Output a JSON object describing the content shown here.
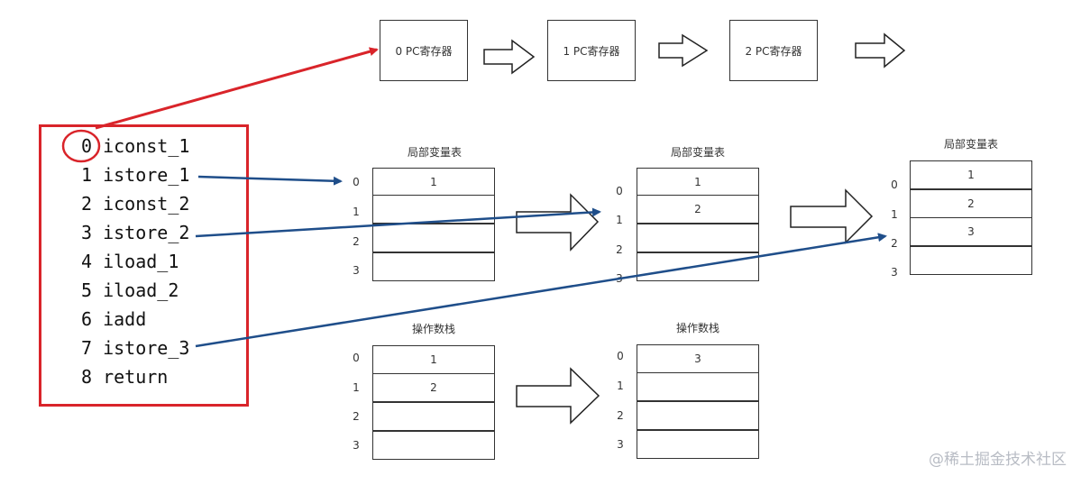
{
  "pc_registers": [
    "0  PC寄存器",
    "1  PC寄存器",
    "2 PC寄存器"
  ],
  "bytecode": [
    {
      "index": "0",
      "instruction": "iconst_1"
    },
    {
      "index": "1",
      "instruction": "istore_1"
    },
    {
      "index": "2",
      "instruction": "iconst_2"
    },
    {
      "index": "3",
      "instruction": "istore_2"
    },
    {
      "index": "4",
      "instruction": "iload_1"
    },
    {
      "index": "5",
      "instruction": "iload_2"
    },
    {
      "index": "6",
      "instruction": "iadd"
    },
    {
      "index": "7",
      "instruction": "istore_3"
    },
    {
      "index": "8",
      "instruction": "return"
    }
  ],
  "local_tables": [
    {
      "title": "局部变量表",
      "indices": [
        "0",
        "1",
        "2",
        "3"
      ],
      "cells": [
        "1",
        "",
        "",
        ""
      ]
    },
    {
      "title": "局部变量表",
      "indices": [
        "0",
        "1",
        "2",
        "3"
      ],
      "cells": [
        "1",
        "2",
        "",
        ""
      ]
    },
    {
      "title": "局部变量表",
      "indices": [
        "0",
        "1",
        "2",
        "3"
      ],
      "cells": [
        "1",
        "2",
        "3",
        ""
      ]
    }
  ],
  "operand_stacks": [
    {
      "title": "操作数栈",
      "indices": [
        "0",
        "1",
        "2",
        "3"
      ],
      "cells": [
        "1",
        "2",
        "",
        ""
      ]
    },
    {
      "title": "操作数栈",
      "indices": [
        "0",
        "1",
        "2",
        "3"
      ],
      "cells": [
        "3",
        "",
        "",
        ""
      ]
    }
  ],
  "watermark": "@稀土掘金技术社区",
  "colors": {
    "red_highlight": "#d9242a",
    "blue_arrow": "#1f4e8a"
  }
}
